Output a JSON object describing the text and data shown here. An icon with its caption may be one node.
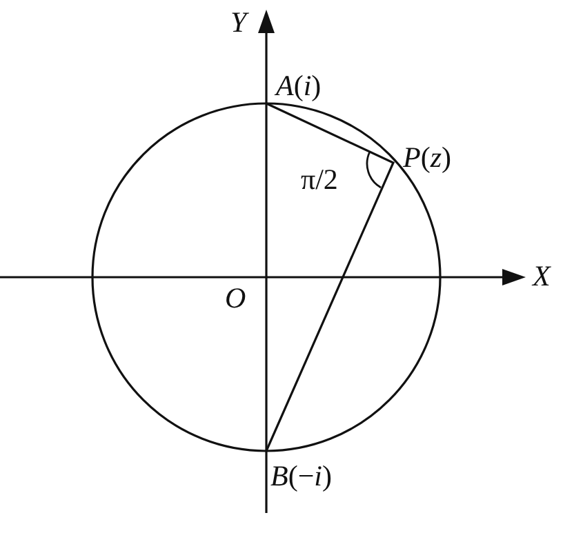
{
  "diagram": {
    "labels": [
      "*Y*",
      "*A*(*i*)",
      "*P*(*z*)",
      "π/2",
      "*X*",
      "*O*",
      "*B*(−*i*)"
    ]
  }
}
